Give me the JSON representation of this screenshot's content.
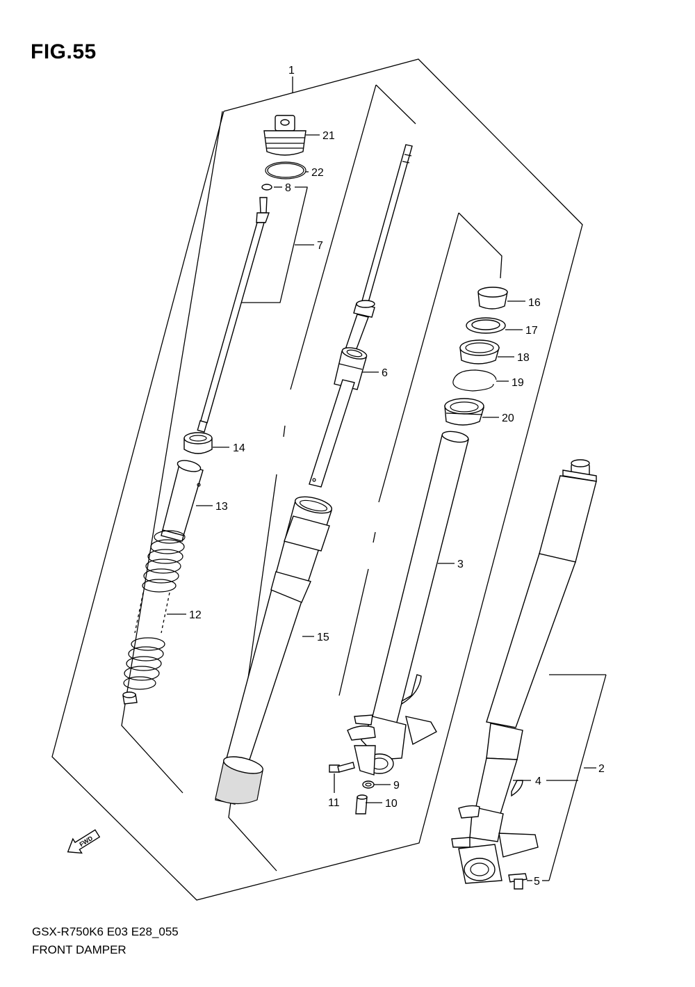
{
  "figure": {
    "title": "FIG.55"
  },
  "footer": {
    "model_code": "GSX-R750K6 E03 E28_055",
    "caption": "FRONT DAMPER"
  },
  "fwd_label": "FWD",
  "callouts": [
    {
      "id": "1",
      "label": "1"
    },
    {
      "id": "2",
      "label": "2"
    },
    {
      "id": "3",
      "label": "3"
    },
    {
      "id": "4",
      "label": "4"
    },
    {
      "id": "5",
      "label": "5"
    },
    {
      "id": "6",
      "label": "6"
    },
    {
      "id": "7",
      "label": "7"
    },
    {
      "id": "8",
      "label": "8"
    },
    {
      "id": "9",
      "label": "9"
    },
    {
      "id": "10",
      "label": "10"
    },
    {
      "id": "11",
      "label": "11"
    },
    {
      "id": "12",
      "label": "12"
    },
    {
      "id": "13",
      "label": "13"
    },
    {
      "id": "14",
      "label": "14"
    },
    {
      "id": "15",
      "label": "15"
    },
    {
      "id": "16",
      "label": "16"
    },
    {
      "id": "17",
      "label": "17"
    },
    {
      "id": "18",
      "label": "18"
    },
    {
      "id": "19",
      "label": "19"
    },
    {
      "id": "20",
      "label": "20"
    },
    {
      "id": "21",
      "label": "21"
    },
    {
      "id": "22",
      "label": "22"
    }
  ]
}
